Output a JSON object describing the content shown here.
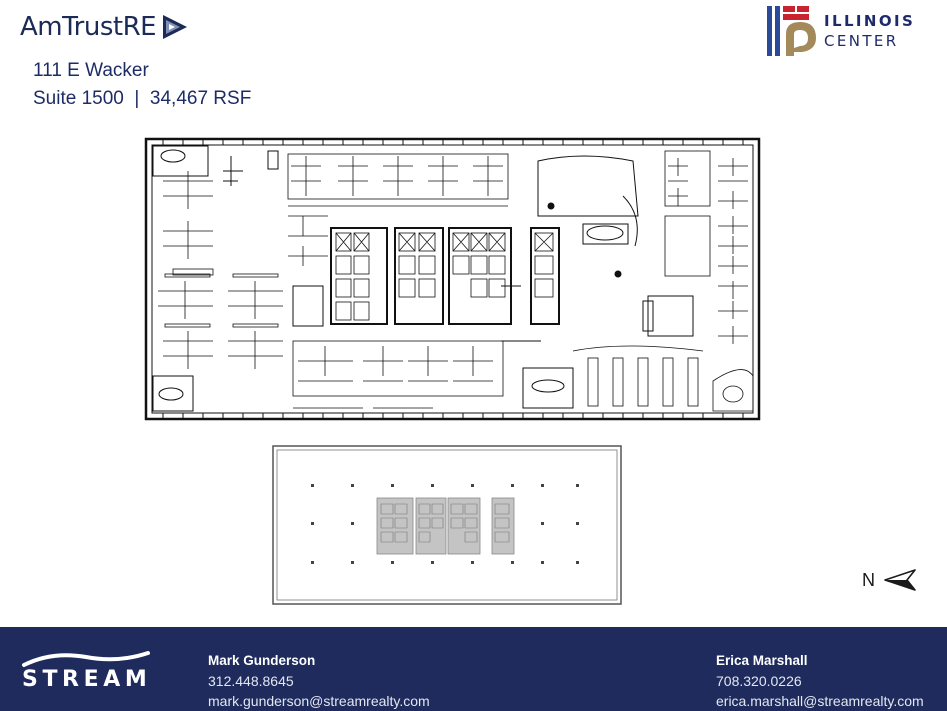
{
  "header": {
    "brand_text": "AmTrustRE",
    "address_line1": "111 E Wacker",
    "address_line2": "Suite 1500  |  34,467 RSF"
  },
  "illinois_logo": {
    "line1": "ILLINOIS",
    "line2": "CENTER"
  },
  "compass": {
    "label": "N"
  },
  "footer": {
    "brand": "STREAM",
    "contacts": [
      {
        "name": "Mark Gunderson",
        "phone": "312.448.8645",
        "email": "mark.gunderson@streamrealty.com"
      },
      {
        "name": "Erica Marshall",
        "phone": "708.320.0226",
        "email": "erica.marshall@streamrealty.com"
      }
    ]
  },
  "colors": {
    "navy": "#1e2b5c",
    "text_blue": "#1d2c66",
    "flag_red": "#c8242f",
    "flag_blue": "#2b4a9a",
    "flag_gold": "#a48a5a"
  }
}
